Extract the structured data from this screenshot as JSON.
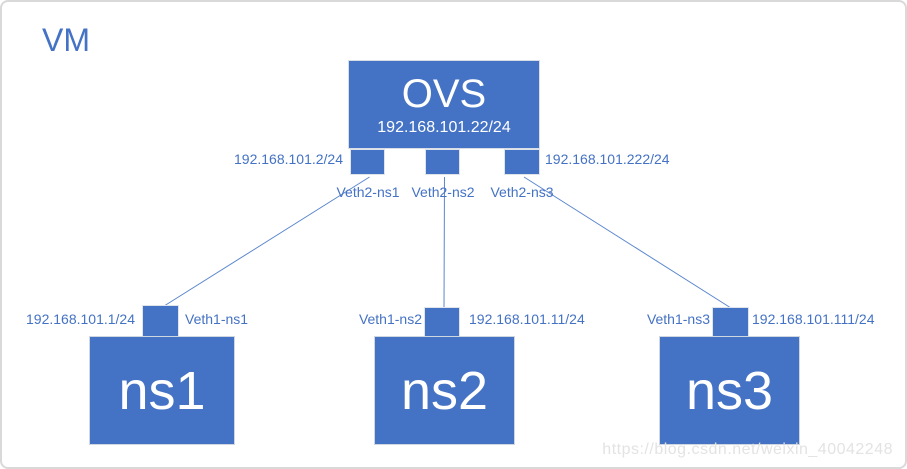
{
  "vm_label": "VM",
  "ovs": {
    "name": "OVS",
    "ip": "192.168.101.22/24",
    "ports": [
      {
        "label": "Veth2-ns1",
        "ip": "192.168.101.2/24"
      },
      {
        "label": "Veth2-ns2"
      },
      {
        "label": "Veth2-ns3",
        "ip": "192.168.101.222/24"
      }
    ]
  },
  "namespaces": [
    {
      "name": "ns1",
      "port_label": "Veth1-ns1",
      "ip": "192.168.101.1/24"
    },
    {
      "name": "ns2",
      "port_label": "Veth1-ns2",
      "ip": "192.168.101.11/24"
    },
    {
      "name": "ns3",
      "port_label": "Veth1-ns3",
      "ip": "192.168.101.111/24"
    }
  ],
  "connections": [
    {
      "from": "Veth2-ns1",
      "to": "Veth1-ns1"
    },
    {
      "from": "Veth2-ns2",
      "to": "Veth1-ns2"
    },
    {
      "from": "Veth2-ns3",
      "to": "Veth1-ns3"
    }
  ],
  "watermark": "https://blog.csdn.net/weixin_40042248",
  "colors": {
    "node_fill": "#4472C4",
    "node_text": "#FFFFFF",
    "label_text": "#4472C4",
    "connector": "#5B87CD",
    "watermark_text": "#E3E3E3",
    "canvas_border": "#D9D9D9"
  }
}
